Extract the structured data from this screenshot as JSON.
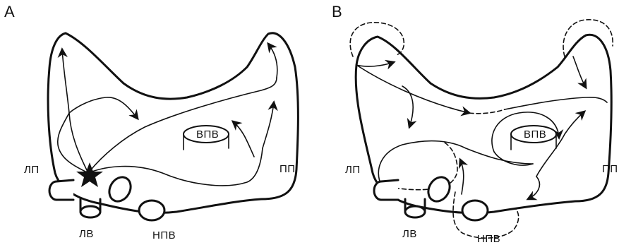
{
  "panels": [
    {
      "id": "A",
      "letter": "A",
      "labels": {
        "left_atrium": "ЛП",
        "right_atrium": "ПП",
        "svc": "ВПВ",
        "ivc": "НПВ",
        "pulmonary_vein": "ЛВ"
      },
      "marker_icon": "star-icon"
    },
    {
      "id": "B",
      "letter": "B",
      "labels": {
        "left_atrium": "ЛП",
        "right_atrium": "ПП",
        "svc": "ВПВ",
        "ivc": "НПВ",
        "pulmonary_vein": "ЛВ"
      },
      "marker_icon": "dashed-loop-icon"
    }
  ]
}
